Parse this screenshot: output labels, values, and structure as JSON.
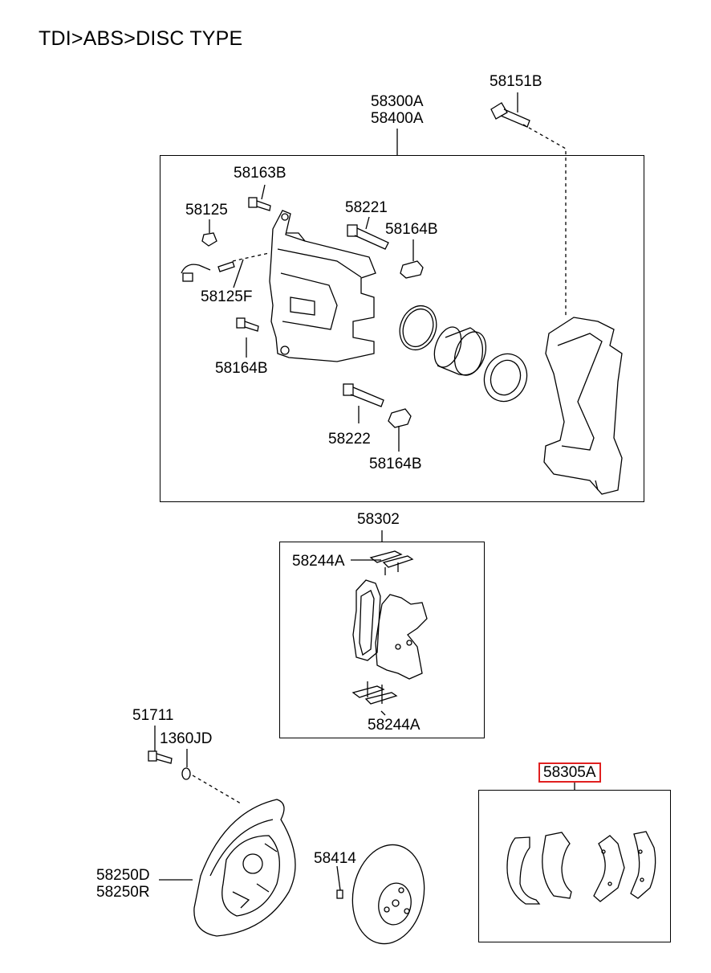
{
  "title": "TDI>ABS>DISC TYPE",
  "caliper_group": {
    "assembly_parts": [
      "58300A",
      "58400A"
    ],
    "bolt": "58151B",
    "parts": {
      "bleeder_bolt": "58163B",
      "cap": "58125",
      "bleeder_screw": "58125F",
      "guide_pin_bolt": "58164B",
      "guide_pin_upper": "58221",
      "boot_upper": "58164B",
      "guide_pin_lower": "58222",
      "boot_lower": "58164B"
    }
  },
  "pad_group": {
    "assembly": "58302",
    "clip_upper": "58244A",
    "clip_lower": "58244A"
  },
  "rear_group": {
    "bolt": "51711",
    "washer": "1360JD",
    "backing_plate": [
      "58250D",
      "58250R"
    ],
    "nut": "58414"
  },
  "shoe_group": {
    "assembly": "58305A",
    "highlight_color": "#e02020"
  }
}
